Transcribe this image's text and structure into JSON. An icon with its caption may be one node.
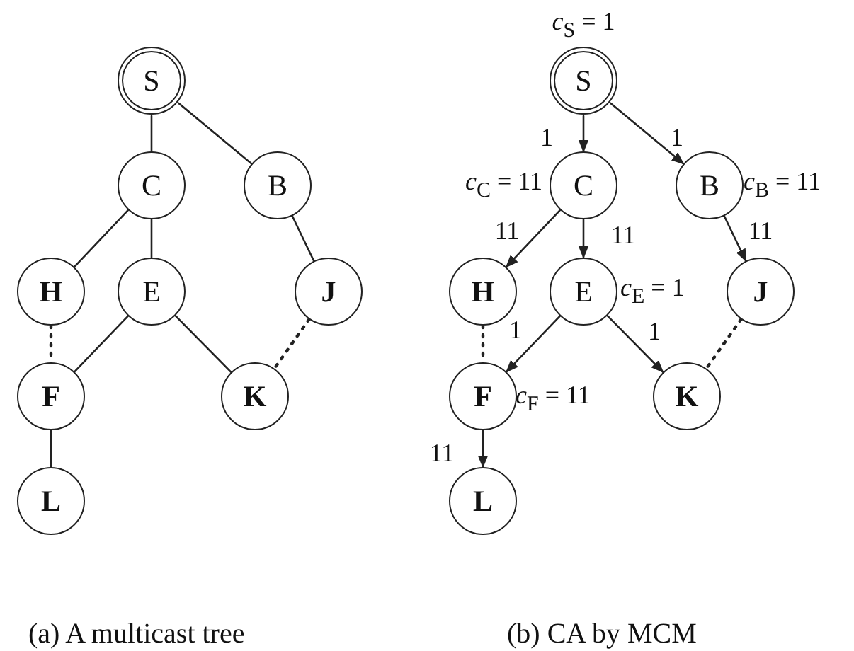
{
  "diagram": {
    "nodes": [
      {
        "text": [
          "S"
        ]
      },
      {
        "text": [
          "C"
        ]
      },
      {
        "text": [
          "B"
        ]
      },
      {
        "text": [
          "H"
        ]
      },
      {
        "text": [
          "E"
        ]
      },
      {
        "text": [
          "J"
        ]
      },
      {
        "text": [
          "F"
        ]
      },
      {
        "text": [
          "K"
        ]
      },
      {
        "text": [
          "L"
        ]
      },
      {
        "text": [
          "S"
        ],
        "beside": [
          "*c*$_{S}$ = 1"
        ]
      },
      {
        "text": [
          "C"
        ],
        "beside": [
          "*c*$_{C}$ = 11"
        ]
      },
      {
        "text": [
          "B"
        ],
        "beside": [
          "*c*$_{B}$ = 11"
        ]
      },
      {
        "text": [
          "H"
        ]
      },
      {
        "text": [
          "E"
        ],
        "beside": [
          "*c*$_{E}$ = 1"
        ]
      },
      {
        "text": [
          "J"
        ]
      },
      {
        "text": [
          "F"
        ],
        "beside": [
          "*c*$_{F}$ = 11"
        ]
      },
      {
        "text": [
          "K"
        ]
      },
      {
        "text": [
          "L"
        ]
      }
    ],
    "edges": [
      {
        "from": 0,
        "to": 1,
        "arrow": "none"
      },
      {
        "from": 0,
        "to": 2,
        "arrow": "none"
      },
      {
        "from": 1,
        "to": 3,
        "arrow": "none"
      },
      {
        "from": 1,
        "to": 4,
        "arrow": "none"
      },
      {
        "from": 2,
        "to": 5,
        "arrow": "none"
      },
      {
        "from": 3,
        "to": 6,
        "arrow": "none",
        "style": "dashed"
      },
      {
        "from": 4,
        "to": 6,
        "arrow": "none"
      },
      {
        "from": 4,
        "to": 7,
        "arrow": "none"
      },
      {
        "from": 5,
        "to": 7,
        "arrow": "none",
        "style": "dashed"
      },
      {
        "from": 6,
        "to": 8,
        "arrow": "none"
      },
      {
        "from": 9,
        "to": 10,
        "arrow": "to",
        "label": "1"
      },
      {
        "from": 9,
        "to": 11,
        "arrow": "to",
        "label": "1"
      },
      {
        "from": 10,
        "to": 12,
        "arrow": "to",
        "label": "11"
      },
      {
        "from": 10,
        "to": 13,
        "arrow": "to",
        "label": "11"
      },
      {
        "from": 11,
        "to": 14,
        "arrow": "to",
        "label": "11"
      },
      {
        "from": 12,
        "to": 15,
        "arrow": "none",
        "style": "dashed"
      },
      {
        "from": 13,
        "to": 15,
        "arrow": "to",
        "label": "1"
      },
      {
        "from": 13,
        "to": 16,
        "arrow": "to",
        "label": "1"
      },
      {
        "from": 14,
        "to": 16,
        "arrow": "none",
        "style": "dashed"
      },
      {
        "from": 15,
        "to": 17,
        "arrow": "to",
        "label": "11"
      }
    ],
    "labels": [
      "(a) A multicast tree",
      "(b) CA by MCM"
    ]
  }
}
